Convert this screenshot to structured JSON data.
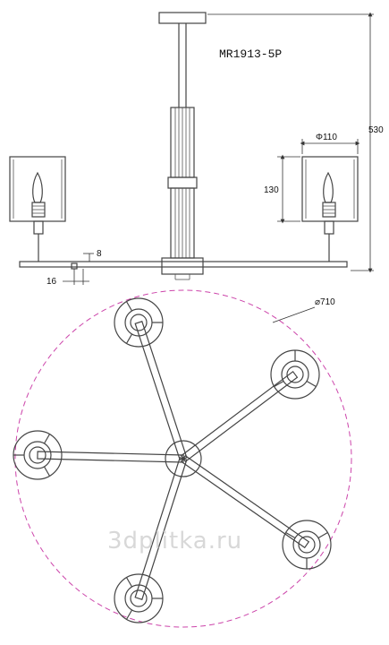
{
  "model": "MR1913-5P",
  "dimensions": {
    "total_height": "530",
    "shade_diameter": "Φ110",
    "shade_height": "130",
    "small_a": "8",
    "small_b": "16",
    "overall_diameter": "⌀710"
  },
  "watermark": "3dplitka.ru",
  "colors": {
    "line": "#444444",
    "circle": "#cc44aa",
    "watermark": "#d8d8d8"
  }
}
